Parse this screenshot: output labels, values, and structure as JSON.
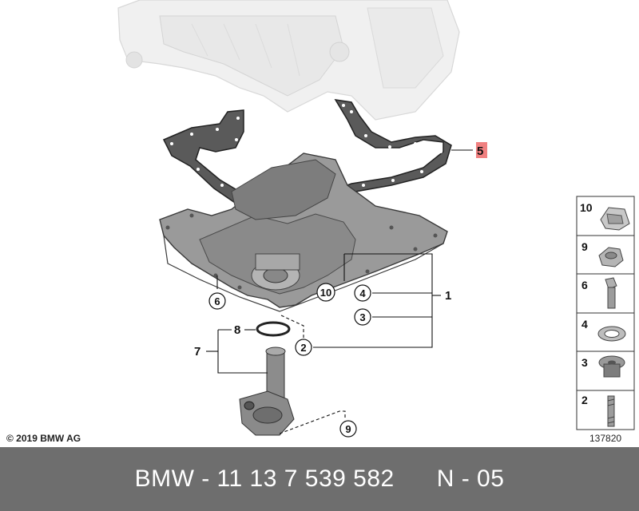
{
  "diagram": {
    "callouts": {
      "c1": "1",
      "c2": "2",
      "c3": "3",
      "c4": "4",
      "c5": "5",
      "c6": "6",
      "c7": "7",
      "c8": "8",
      "c9": "9",
      "c10": "10"
    },
    "highlight_color": "#f08080"
  },
  "legend": {
    "items": [
      {
        "label": "10",
        "icon": "clip-icon"
      },
      {
        "label": "9",
        "icon": "hex-nut-icon"
      },
      {
        "label": "6",
        "icon": "bolt-icon"
      },
      {
        "label": "4",
        "icon": "washer-icon"
      },
      {
        "label": "3",
        "icon": "drain-plug-icon"
      },
      {
        "label": "2",
        "icon": "stud-icon"
      }
    ]
  },
  "copyright": "© 2019 BMW AG",
  "diagram_id": "137820",
  "footer": {
    "part_number": "BMW - 11 13 7 539 582      N - 05"
  }
}
